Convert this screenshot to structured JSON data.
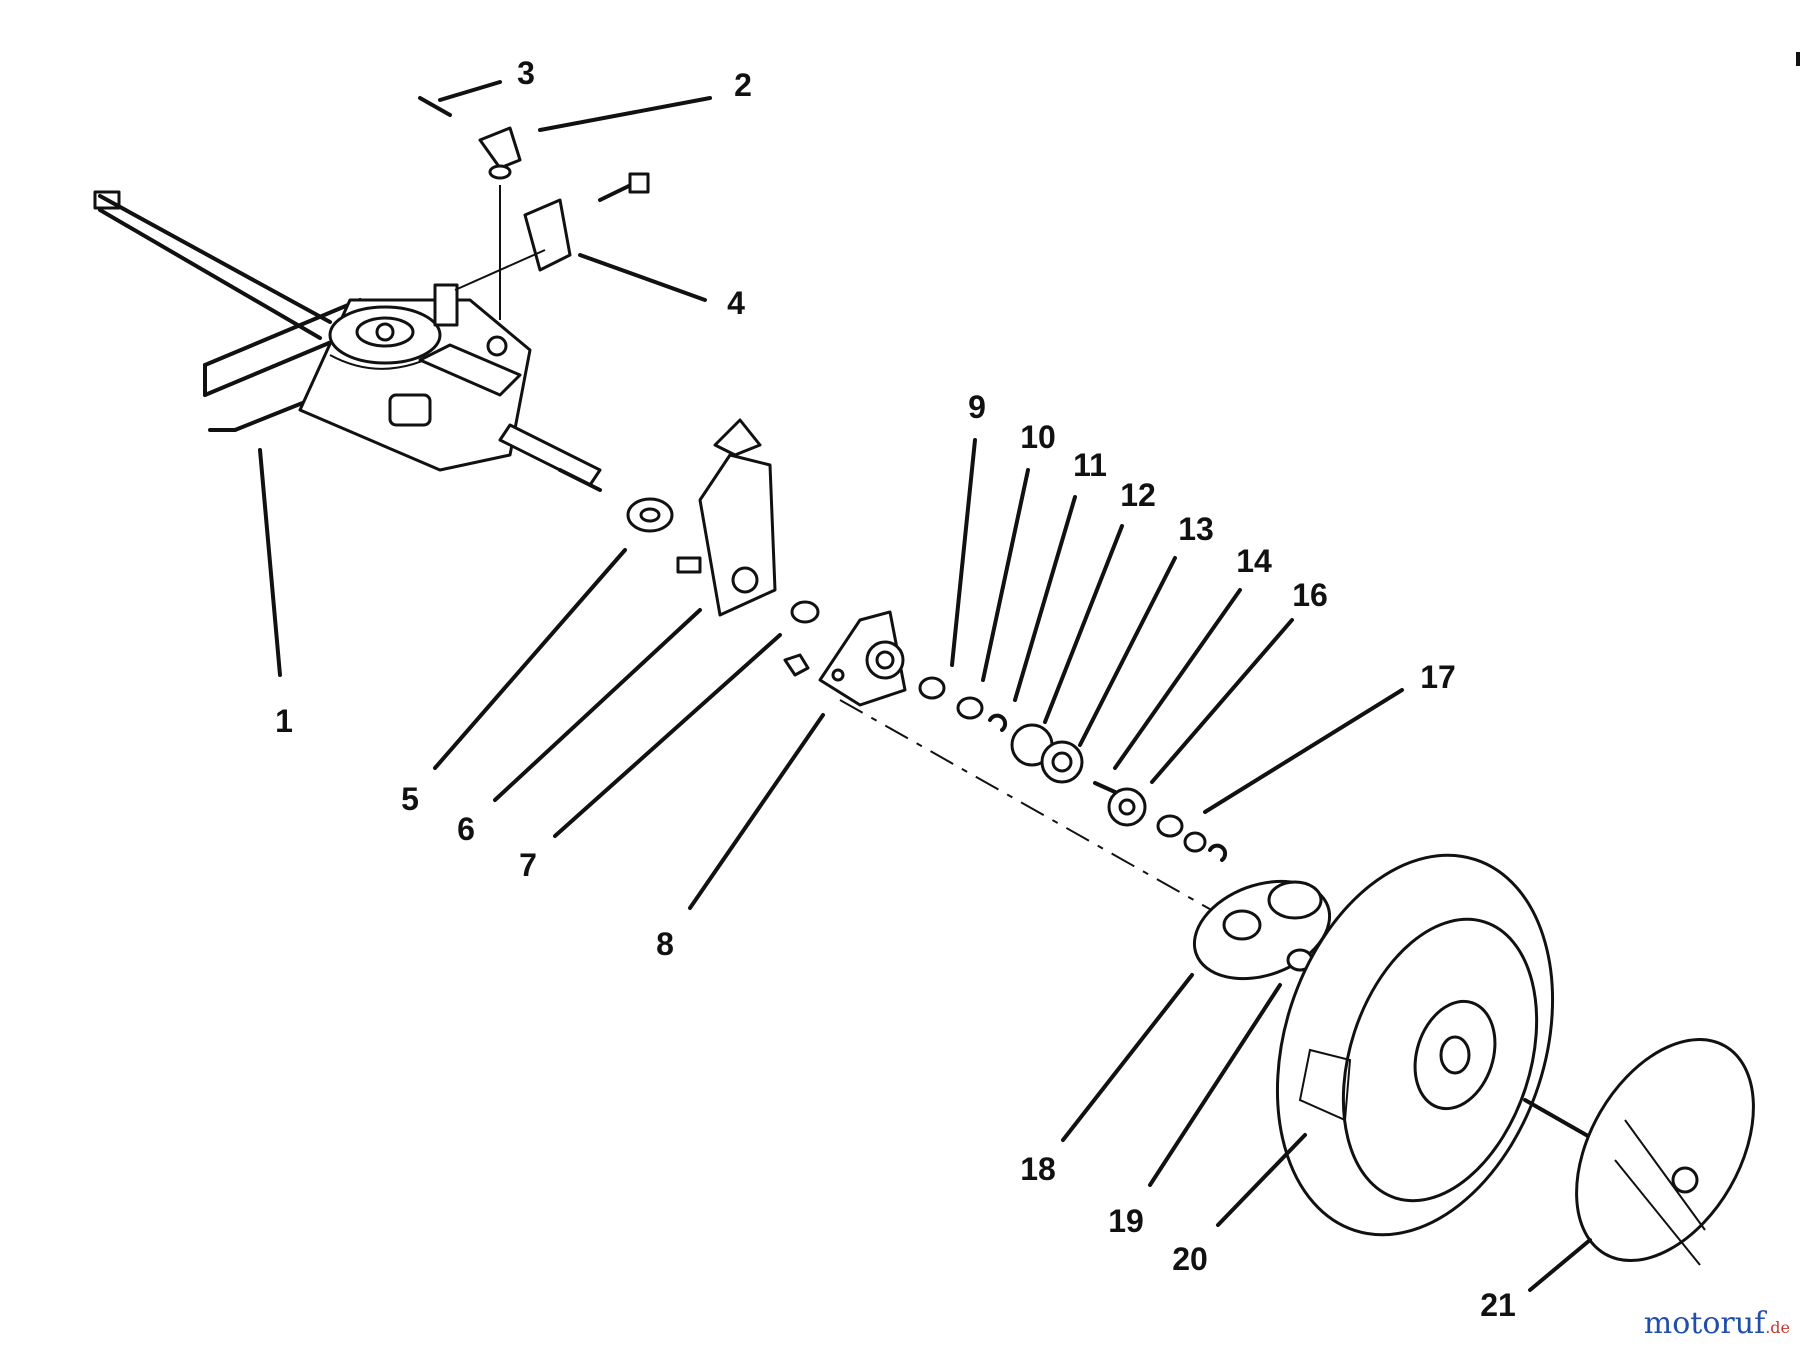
{
  "watermark": {
    "main": "motoruf",
    "suffix": ".de"
  },
  "callouts": [
    {
      "label": "1"
    },
    {
      "label": "2"
    },
    {
      "label": "3"
    },
    {
      "label": "4"
    },
    {
      "label": "5"
    },
    {
      "label": "6"
    },
    {
      "label": "7"
    },
    {
      "label": "8"
    },
    {
      "label": "9"
    },
    {
      "label": "10"
    },
    {
      "label": "11"
    },
    {
      "label": "12"
    },
    {
      "label": "13"
    },
    {
      "label": "14"
    },
    {
      "label": "16"
    },
    {
      "label": "17"
    },
    {
      "label": "18"
    },
    {
      "label": "19"
    },
    {
      "label": "20"
    },
    {
      "label": "21"
    }
  ]
}
